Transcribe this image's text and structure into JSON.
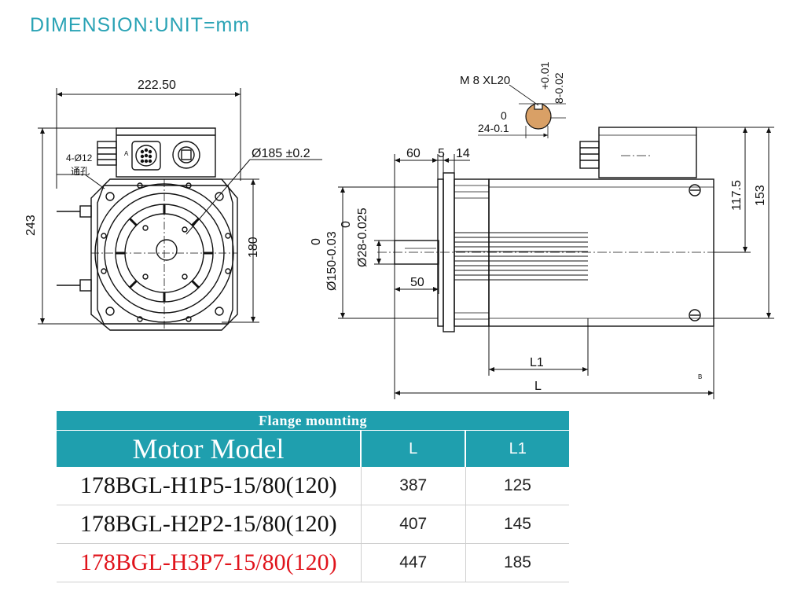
{
  "title": "DIMENSION:UNIT=mm",
  "front_view": {
    "width_label": "222.50",
    "height_label": "243",
    "inner_label": "180",
    "hole_label": "4-Ø12",
    "hole_note": "通孔",
    "circle_label": "Ø185 ±0.2",
    "connector_mark": "A"
  },
  "side_view": {
    "keyway_thread": "M 8 XL20",
    "keyway_tol_upper": "+0.01",
    "keyway_tol_lower": "8-0.02",
    "keyway_zero": "0",
    "keyway_depth": "24-0.1",
    "dim_60": "60",
    "dim_5": "5",
    "dim_14": "14",
    "dim_150": "Ø150-0.03",
    "dim_150_zero": "0",
    "dim_28": "Ø28-0.025",
    "dim_28_zero": "0",
    "dim_50": "50",
    "dim_1175": "117.5",
    "dim_153": "153",
    "dim_L1": "L1",
    "dim_L": "L",
    "mark_B": "B"
  },
  "table": {
    "caption": "Flange mounting",
    "header_model": "Motor Model",
    "header_L": "L",
    "header_L1": "L1",
    "rows": [
      {
        "model": "178BGL-H1P5-15/80(120)",
        "L": "387",
        "L1": "125",
        "highlight": false
      },
      {
        "model": "178BGL-H2P2-15/80(120)",
        "L": "407",
        "L1": "145",
        "highlight": false
      },
      {
        "model": "178BGL-H3P7-15/80(120)",
        "L": "447",
        "L1": "185",
        "highlight": true
      }
    ]
  },
  "colors": {
    "title": "#2aa3b5",
    "table_header": "#1f9fae",
    "highlight_text": "#e0141c"
  }
}
